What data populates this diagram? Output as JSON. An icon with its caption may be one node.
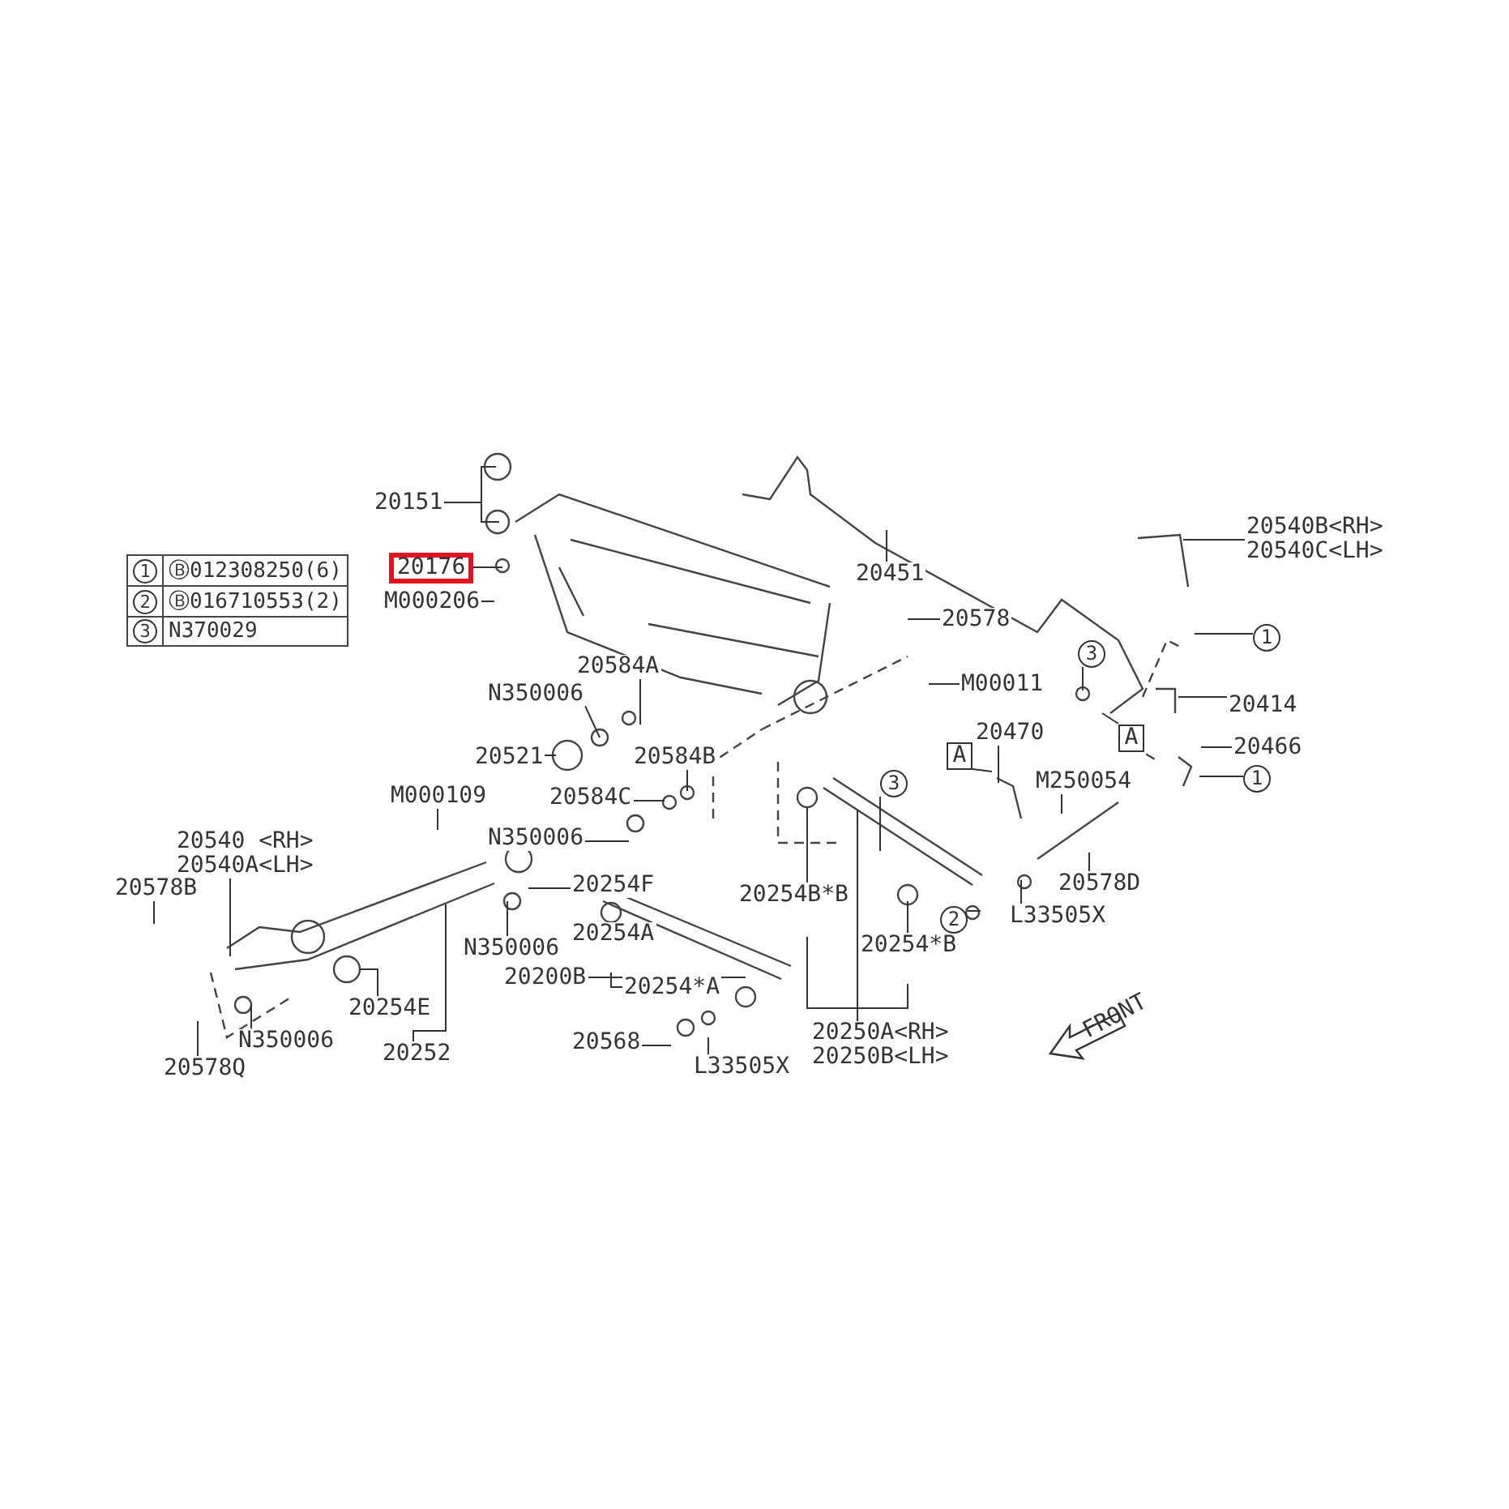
{
  "diagram": {
    "nodes": [
      {
        "text": [
          "20151"
        ]
      },
      {
        "text": [
          "20176"
        ]
      },
      {
        "text": [
          "M000206"
        ]
      },
      {
        "text": [
          "20451"
        ]
      },
      {
        "text": [
          "20540B<RH> 20540C<LH>"
        ]
      },
      {
        "text": [
          "20578"
        ]
      },
      {
        "text": [
          "1"
        ]
      },
      {
        "text": [
          "3"
        ]
      },
      {
        "text": [
          "M00011"
        ]
      },
      {
        "text": [
          "20414"
        ]
      },
      {
        "text": [
          "A"
        ]
      },
      {
        "text": [
          "20584A"
        ]
      },
      {
        "text": [
          "N350006"
        ]
      },
      {
        "text": [
          "20521"
        ]
      },
      {
        "text": [
          "20584B"
        ]
      },
      {
        "text": [
          "20470"
        ]
      },
      {
        "text": [
          "M250054"
        ]
      },
      {
        "text": [
          "20466"
        ]
      },
      {
        "text": [
          "1"
        ]
      },
      {
        "text": [
          "A"
        ]
      },
      {
        "text": [
          "M000109"
        ]
      },
      {
        "text": [
          "20584C"
        ]
      },
      {
        "text": [
          "N350006"
        ]
      },
      {
        "text": [
          "20254F"
        ]
      },
      {
        "text": [
          "3"
        ]
      },
      {
        "text": [
          "20254B*B"
        ]
      },
      {
        "text": [
          "20254*B"
        ]
      },
      {
        "text": [
          "2"
        ]
      },
      {
        "text": [
          "L33505X"
        ]
      },
      {
        "text": [
          "20578D"
        ]
      },
      {
        "text": [
          "20540 <RH> 20540A<LH>"
        ]
      },
      {
        "text": [
          "20578B"
        ]
      },
      {
        "text": [
          "N350006"
        ]
      },
      {
        "text": [
          "20200B"
        ]
      },
      {
        "text": [
          "20254*A"
        ]
      },
      {
        "text": [
          "20568"
        ]
      },
      {
        "text": [
          "L33505X"
        ]
      },
      {
        "text": [
          "20250A<RH> 20250B<LH>"
        ]
      },
      {
        "text": [
          "20254E"
        ]
      },
      {
        "text": [
          "20252"
        ]
      },
      {
        "text": [
          "N350006"
        ]
      },
      {
        "text": [
          "20578Q"
        ]
      },
      {
        "text": [
          "20254A"
        ]
      }
    ],
    "edges": [
      {
        "from": 0,
        "to": null,
        "arrow": "none"
      },
      {
        "from": 0,
        "to": null,
        "arrow": "none"
      },
      {
        "from": 1,
        "to": null,
        "arrow": "none"
      },
      {
        "from": 2,
        "to": null,
        "arrow": "none"
      },
      {
        "from": 3,
        "to": null,
        "arrow": "none"
      },
      {
        "from": 4,
        "to": null,
        "arrow": "none"
      },
      {
        "from": 5,
        "to": null,
        "arrow": "none"
      },
      {
        "from": 6,
        "to": null,
        "arrow": "none"
      },
      {
        "from": 7,
        "to": null,
        "arrow": "none"
      },
      {
        "from": 8,
        "to": null,
        "arrow": "none"
      },
      {
        "from": 9,
        "to": null,
        "arrow": "none"
      },
      {
        "from": 10,
        "to": null,
        "arrow": "none"
      },
      {
        "from": 11,
        "to": null,
        "arrow": "none"
      },
      {
        "from": 12,
        "to": null,
        "arrow": "none"
      },
      {
        "from": 13,
        "to": null,
        "arrow": "none"
      },
      {
        "from": 14,
        "to": null,
        "arrow": "none"
      },
      {
        "from": 15,
        "to": null,
        "arrow": "none"
      },
      {
        "from": 16,
        "to": null,
        "arrow": "none"
      },
      {
        "from": 17,
        "to": null,
        "arrow": "none"
      },
      {
        "from": 18,
        "to": null,
        "arrow": "none"
      },
      {
        "from": 19,
        "to": null,
        "arrow": "none"
      },
      {
        "from": 20,
        "to": null,
        "arrow": "none"
      },
      {
        "from": 21,
        "to": null,
        "arrow": "none"
      },
      {
        "from": 22,
        "to": null,
        "arrow": "none"
      },
      {
        "from": 23,
        "to": null,
        "arrow": "none"
      },
      {
        "from": 24,
        "to": null,
        "arrow": "none"
      },
      {
        "from": 25,
        "to": null,
        "arrow": "none"
      },
      {
        "from": 26,
        "to": null,
        "arrow": "none"
      },
      {
        "from": 27,
        "to": null,
        "arrow": "none"
      },
      {
        "from": 28,
        "to": null,
        "arrow": "none"
      },
      {
        "from": 29,
        "to": null,
        "arrow": "none"
      },
      {
        "from": 30,
        "to": null,
        "arrow": "none"
      },
      {
        "from": 31,
        "to": null,
        "arrow": "none"
      },
      {
        "from": 32,
        "to": null,
        "arrow": "none"
      },
      {
        "from": 33,
        "to": null,
        "arrow": "none"
      },
      {
        "from": 34,
        "to": null,
        "arrow": "none"
      },
      {
        "from": 35,
        "to": null,
        "arrow": "none"
      },
      {
        "from": 36,
        "to": null,
        "arrow": "none"
      },
      {
        "from": 37,
        "to": null,
        "arrow": "none"
      },
      {
        "from": 37,
        "to": null,
        "arrow": "none"
      },
      {
        "from": 37,
        "to": null,
        "arrow": "none"
      },
      {
        "from": 38,
        "to": null,
        "arrow": "none"
      },
      {
        "from": 39,
        "to": null,
        "arrow": "none"
      },
      {
        "from": 40,
        "to": null,
        "arrow": "none"
      },
      {
        "from": 41,
        "to": null,
        "arrow": "none"
      }
    ],
    "labels": [
      "1",
      "Ⓑ012308250(6)",
      "2",
      "Ⓑ016710553(2)",
      "3",
      "N370029",
      "FRONT"
    ]
  }
}
